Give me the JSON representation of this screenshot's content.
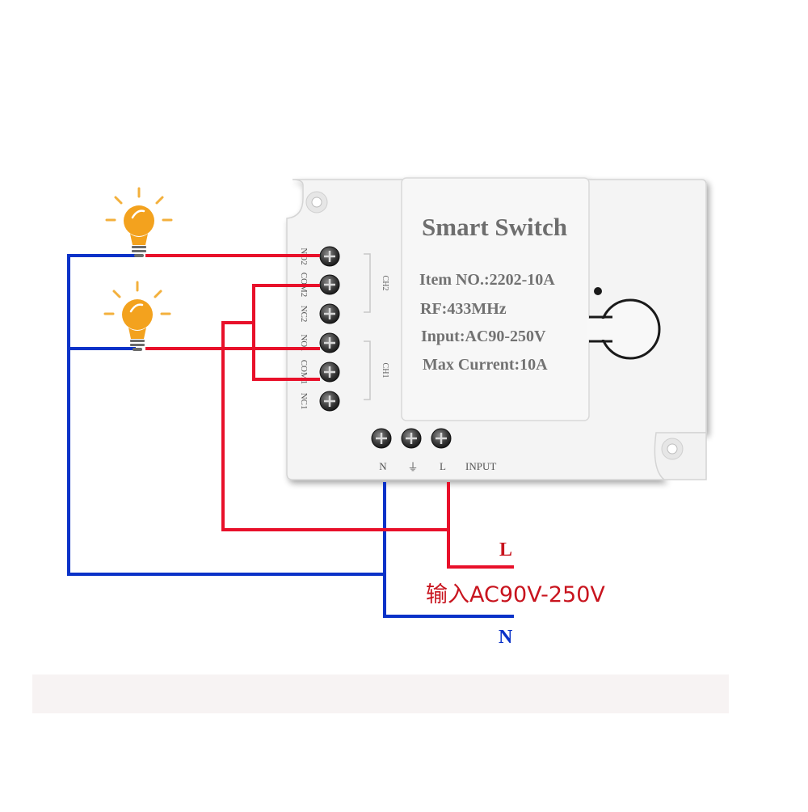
{
  "device": {
    "title": "Smart Switch",
    "item_no": "Item NO.:2202-10A",
    "rf": "RF:433MHz",
    "input": "Input:AC90-250V",
    "max_current": "Max Current:10A"
  },
  "side_terminals": [
    "NO2",
    "COM2",
    "NC2",
    "NO1",
    "COM1",
    "NC1"
  ],
  "channel_labels": [
    "CH2",
    "CH1"
  ],
  "bottom_terminals": [
    "N",
    "⏚",
    "L"
  ],
  "input_label": "INPUT",
  "supply": {
    "line_label": "L",
    "neutral_label": "N",
    "voltage_label": "输入AC90V-250V"
  },
  "colors": {
    "live_wire": "#e8102a",
    "neutral_wire": "#0a32c8",
    "bulb": "#f3a21e",
    "label_red": "#c8141e",
    "label_blue": "#0a32c8",
    "device_body": "#f4f4f4",
    "device_text": "#6e6e6e"
  },
  "icons": [
    "light-bulb-icon",
    "light-bulb-icon",
    "screw-terminal-icon",
    "ground-icon"
  ]
}
